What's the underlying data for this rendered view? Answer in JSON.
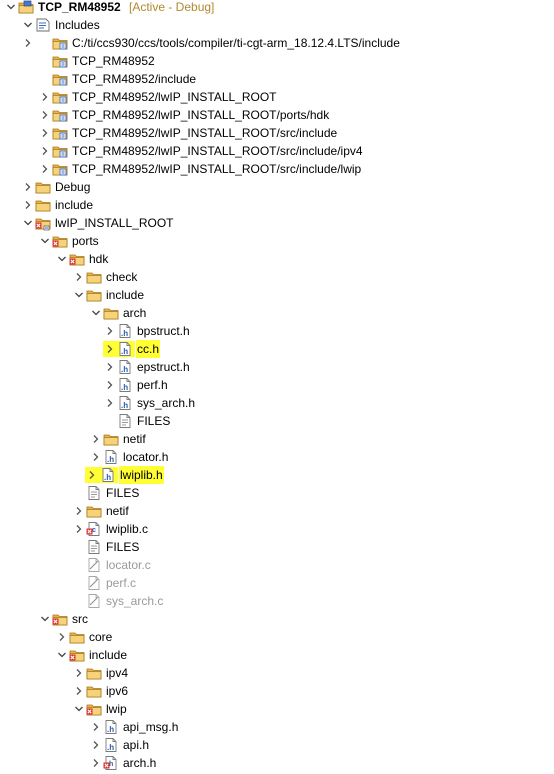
{
  "tree": {
    "rows": [
      {
        "label": "TCP_RM48952",
        "decoration": "[Active - Debug]",
        "icon": "project",
        "state": "open",
        "bold": true
      },
      {
        "label": "Includes",
        "icon": "includes",
        "state": "open"
      },
      {
        "label": "C:/ti/ccs930/ccs/tools/compiler/ti-cgt-arm_18.12.4.LTS/include",
        "icon": "libfolder",
        "state": "closed"
      },
      {
        "label": "TCP_RM48952",
        "icon": "libfolder",
        "state": "none"
      },
      {
        "label": "TCP_RM48952/include",
        "icon": "libfolder",
        "state": "none"
      },
      {
        "label": "TCP_RM48952/lwIP_INSTALL_ROOT",
        "icon": "libfolder",
        "state": "closed"
      },
      {
        "label": "TCP_RM48952/lwIP_INSTALL_ROOT/ports/hdk",
        "icon": "libfolder",
        "state": "closed"
      },
      {
        "label": "TCP_RM48952/lwIP_INSTALL_ROOT/src/include",
        "icon": "libfolder",
        "state": "closed"
      },
      {
        "label": "TCP_RM48952/lwIP_INSTALL_ROOT/src/include/ipv4",
        "icon": "libfolder",
        "state": "closed"
      },
      {
        "label": "TCP_RM48952/lwIP_INSTALL_ROOT/src/include/lwip",
        "icon": "libfolder",
        "state": "closed"
      },
      {
        "label": "Debug",
        "icon": "folder",
        "state": "closed"
      },
      {
        "label": "include",
        "icon": "folder",
        "state": "closed"
      },
      {
        "label": "lwIP_INSTALL_ROOT",
        "icon": "linkedfolder",
        "state": "open"
      },
      {
        "label": "ports",
        "icon": "excfolder",
        "state": "open"
      },
      {
        "label": "hdk",
        "icon": "excfolder",
        "state": "open"
      },
      {
        "label": "check",
        "icon": "folder",
        "state": "closed"
      },
      {
        "label": "include",
        "icon": "folder",
        "state": "open"
      },
      {
        "label": "arch",
        "icon": "folder",
        "state": "open"
      },
      {
        "label": "bpstruct.h",
        "icon": "hfile",
        "state": "closed"
      },
      {
        "label": "cc.h",
        "icon": "hfile",
        "state": "closed",
        "highlight": true
      },
      {
        "label": "epstruct.h",
        "icon": "hfile",
        "state": "closed"
      },
      {
        "label": "perf.h",
        "icon": "hfile",
        "state": "closed"
      },
      {
        "label": "sys_arch.h",
        "icon": "hfile",
        "state": "closed"
      },
      {
        "label": "FILES",
        "icon": "file",
        "state": "none"
      },
      {
        "label": "netif",
        "icon": "folder",
        "state": "closed"
      },
      {
        "label": "locator.h",
        "icon": "hfile",
        "state": "closed"
      },
      {
        "label": "lwiplib.h",
        "icon": "hfile",
        "state": "closed",
        "highlight": true
      },
      {
        "label": "FILES",
        "icon": "file",
        "state": "none"
      },
      {
        "label": "netif",
        "icon": "folder",
        "state": "closed"
      },
      {
        "label": "lwiplib.c",
        "icon": "cfile",
        "state": "closed"
      },
      {
        "label": "FILES",
        "icon": "file",
        "state": "none"
      },
      {
        "label": "locator.c",
        "icon": "cfilegrey",
        "state": "none",
        "grey": true
      },
      {
        "label": "perf.c",
        "icon": "cfilegrey",
        "state": "none",
        "grey": true
      },
      {
        "label": "sys_arch.c",
        "icon": "cfilegrey",
        "state": "none",
        "grey": true
      },
      {
        "label": "src",
        "icon": "excfolder",
        "state": "open"
      },
      {
        "label": "core",
        "icon": "folder",
        "state": "closed"
      },
      {
        "label": "include",
        "icon": "excfolder",
        "state": "open"
      },
      {
        "label": "ipv4",
        "icon": "folder",
        "state": "closed"
      },
      {
        "label": "ipv6",
        "icon": "folder",
        "state": "closed"
      },
      {
        "label": "lwip",
        "icon": "excfolder",
        "state": "open"
      },
      {
        "label": "api_msg.h",
        "icon": "hfile",
        "state": "closed"
      },
      {
        "label": "api.h",
        "icon": "hfile",
        "state": "closed"
      },
      {
        "label": "arch.h",
        "icon": "hfileexc",
        "state": "closed"
      }
    ]
  },
  "colors": {
    "highlight": "#ffff33",
    "folder": "#e8b44a",
    "excluded_marker": "#d9302c",
    "decoration": "#b08a2e"
  }
}
